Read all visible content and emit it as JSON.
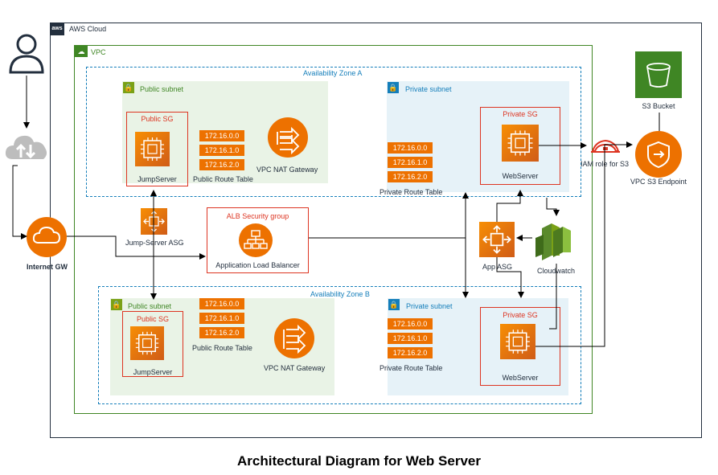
{
  "cloud": {
    "label": "AWS Cloud",
    "logo": "aws"
  },
  "vpc": {
    "label": "VPC"
  },
  "az_a": {
    "label": "Availability Zone A"
  },
  "az_b": {
    "label": "Availability Zone B"
  },
  "public_subnet_label": "Public subnet",
  "private_subnet_label": "Private subnet",
  "public_sg_label": "Public SG",
  "private_sg_label": "Private SG",
  "jumpserver_label": "JumpServer",
  "webserver_label": "WebServer",
  "route_entries": [
    "172.16.0.0",
    "172.16.1.0",
    "172.16.2.0"
  ],
  "public_route_table_label": "Public Route Table",
  "private_route_table_label": "Private Route Table",
  "nat_gateway_label": "VPC NAT Gateway",
  "internet_gw_label": "Internet GW",
  "jump_asg_label": "Jump-Server ASG",
  "alb_sg_label": "ALB Security group",
  "alb_label": "Application Load Balancer",
  "app_asg_label": "App ASG",
  "cloudwatch_label": "Cloudwatch",
  "iam_label": "IAM role for S3",
  "s3_label": "S3 Bucket",
  "s3_endpoint_label": "VPC S3 Endpoint",
  "diagram_title": "Architectural Diagram for Web Server",
  "colors": {
    "public": "#3f8624",
    "private": "#147eba",
    "sg": "#dd3522",
    "orange": "#ed7100",
    "s3": "#3f8624"
  }
}
